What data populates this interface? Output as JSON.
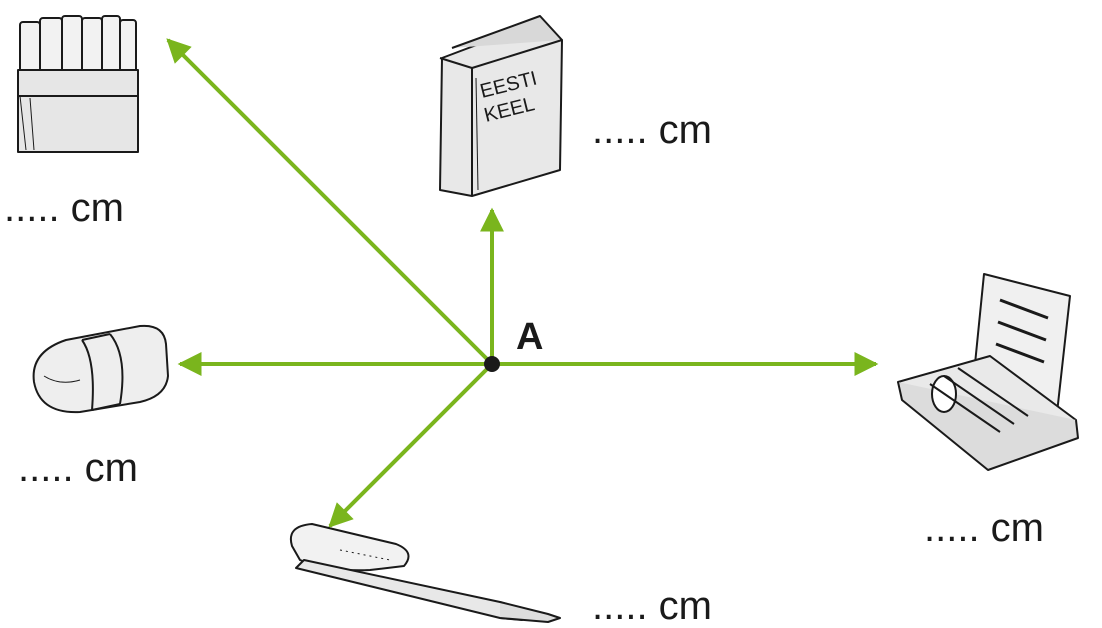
{
  "point": {
    "label": "A"
  },
  "colors": {
    "arrow": "#7ab51d",
    "ink": "#1a1a1a",
    "background": "#ffffff"
  },
  "items": [
    {
      "icon": "crayon-box-icon",
      "label": "..... cm"
    },
    {
      "icon": "textbook-icon",
      "label": "..... cm",
      "book_text": [
        "EESTI",
        "KEEL"
      ]
    },
    {
      "icon": "eraser-icon",
      "label": "..... cm"
    },
    {
      "icon": "pencil-case-icon",
      "label": "..... cm"
    },
    {
      "icon": "pen-icon",
      "label": "..... cm"
    }
  ]
}
